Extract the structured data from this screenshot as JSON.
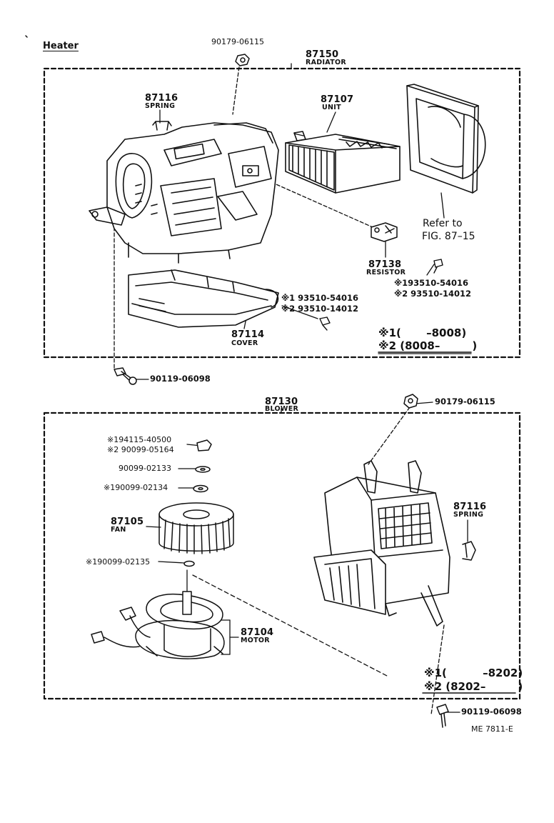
{
  "title": "Heater",
  "footer_code": "ME 7811-E",
  "radiator_section": {
    "assembly_number": "87150",
    "assembly_name": "RADIATOR",
    "top_nut": "90179-06115",
    "spring_number": "87116",
    "spring_name": "SPRING",
    "unit_number": "87107",
    "unit_name": "UNIT",
    "refer_line1": "Refer to",
    "refer_line2": "FIG. 87–15",
    "resistor_number": "87138",
    "resistor_name": "RESISTOR",
    "screw_a1": "※193510-54016",
    "screw_a2": "※2 93510-14012",
    "cover_screw1": "※1 93510-54016",
    "cover_screw2": "※2 93510-14012",
    "cover_number": "87114",
    "cover_name": "COVER",
    "note1": "※1(   –8008)",
    "note2": "※2 (8008–   )",
    "bottom_bolt": "90119-06098"
  },
  "blower_section": {
    "assembly_number": "87130",
    "assembly_name": "BLOWER",
    "top_nut": "90179-06115",
    "nut1": "※194115-40500",
    "nut2": "※2 90099-05164",
    "washer1": "90099-02133",
    "washer2": "※190099-02134",
    "fan_number": "87105",
    "fan_name": "FAN",
    "washer3": "※190099-02135",
    "motor_number": "87104",
    "motor_name": "MOTOR",
    "spring_number": "87116",
    "spring_name": "SPRING",
    "note1": "※1(    –8202)",
    "note2": "※2 (8202–   )",
    "bottom_bolt": "90119-06098"
  }
}
